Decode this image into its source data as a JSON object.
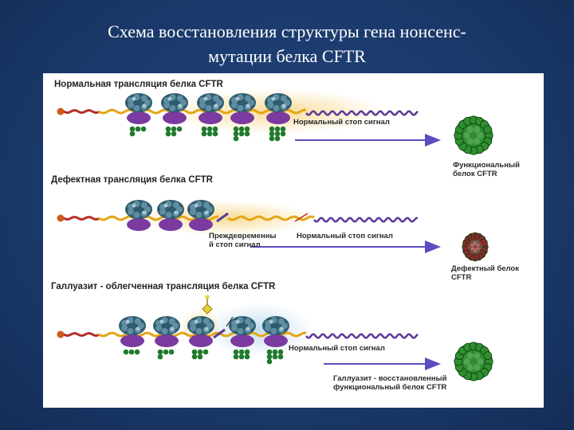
{
  "slide": {
    "title_line1": "Схема восстановления структуры гена нонсенс-",
    "title_line2": "мутации белка CFTR"
  },
  "sections": {
    "normal": {
      "label": "Нормальная трансляция белка CFTR",
      "stop_label": "Нормальный стоп сигнал",
      "protein_label_line1": "Функциональный",
      "protein_label_line2": "белок CFTR"
    },
    "defective": {
      "label": "Дефектная трансляция белка CFTR",
      "premature_label_line1": "Преждевременны",
      "premature_label_line2": "й стоп сигнал",
      "stop_label": "Нормальный стоп сигнал",
      "protein_label_line1": "Дефектный белок",
      "protein_label_line2": "CFTR"
    },
    "gallazit": {
      "label": "Галлуазит - облегченная трансляция белка CFTR",
      "stop_label": "Нормальный стоп сигнал",
      "protein_label_line1": "Галлуазит - восстановленный",
      "protein_label_line2": "функциональный белок CFTR"
    }
  },
  "colors": {
    "background": "#1b3a6c",
    "mrna_red": "#b3302a",
    "mrna_yellow": "#e3a615",
    "mrna_purple": "#5b3a97",
    "ribosome_large": "#2f5b6e",
    "ribosome_small": "#7a3aa0",
    "peptide_green": "#1f7a2c",
    "protein_green": "#2f8f2f",
    "protein_red": "#8a2a2a",
    "arrow": "#5a4ec0"
  }
}
